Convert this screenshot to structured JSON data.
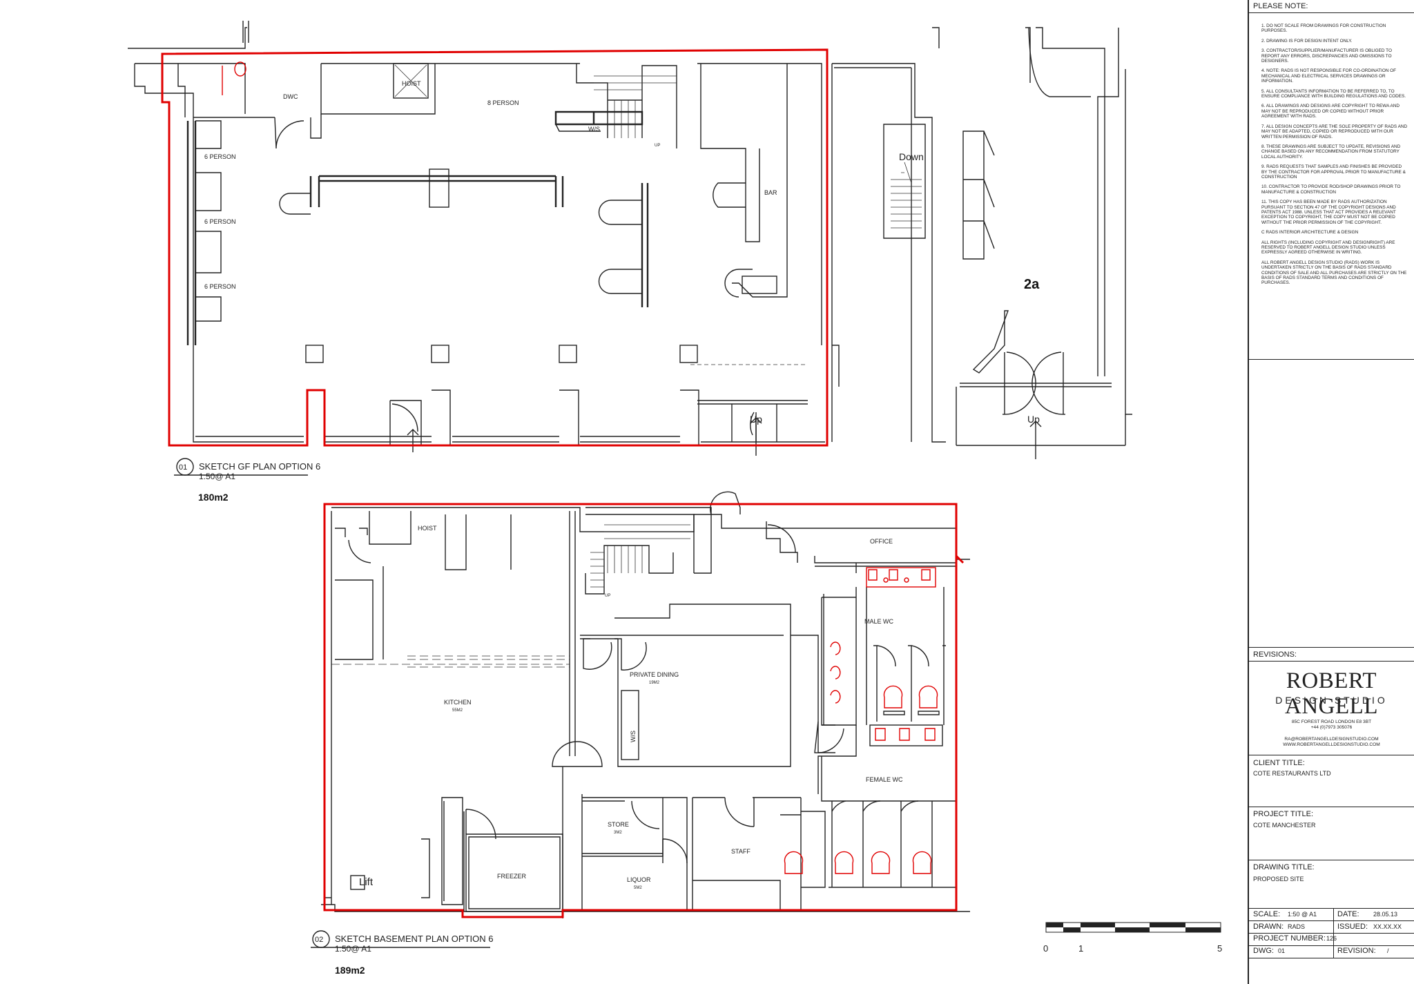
{
  "plans": [
    {
      "number": "01",
      "title": "SKETCH GF PLAN OPTION 6",
      "scale": "1:50@ A1",
      "area": "180m2",
      "labels": {
        "dwc": "DWC",
        "hoist": "HOIST",
        "eight_person": "8 PERSON",
        "ws": "W/S",
        "up_small": "UP",
        "six_person_1": "6 PERSON",
        "six_person_2": "6 PERSON",
        "six_person_3": "6 PERSON",
        "bar": "BAR",
        "down": "Down",
        "unit_2a": "2a",
        "up_1": "Up",
        "up_2": "Up"
      }
    },
    {
      "number": "02",
      "title": "SKETCH BASEMENT PLAN OPTION 6",
      "scale": "1:50@ A1",
      "area": "189m2",
      "labels": {
        "hoist": "HOIST",
        "up_small": "UP",
        "office": "OFFICE",
        "male_wc": "MALE WC",
        "kitchen": "KITCHEN",
        "kitchen_area": "55M2",
        "private_dining": "PRIVATE DINING",
        "private_dining_area": "19M2",
        "ws": "W/S",
        "female_wc": "FEMALE WC",
        "store": "STORE",
        "store_area": "3M2",
        "staff": "STAFF",
        "freezer": "FREEZER",
        "liquor": "LIQUOR",
        "liquor_area": "5M2",
        "lift": "Lift"
      }
    }
  ],
  "scale_bar": {
    "zero": "0",
    "one": "1",
    "five": "5"
  },
  "title_block": {
    "please_note": "PLEASE NOTE:",
    "notes": [
      "1. DO NOT SCALE FROM DRAWINGS FOR CONSTRUCTION PURPOSES.",
      "2. DRAWING IS FOR DESIGN INTENT ONLY.",
      "3. CONTRACTOR/SUPPLIER/MANUFACTURER IS OBLIGED TO REPORT ANY ERRORS, DISCREPANCIES AND OMISSIONS TO DESIGNERS.",
      "4. NOTE: RADS IS NOT RESPONSIBLE FOR CO-ORDINATION OF MECHANICAL AND ELECTRICAL SERVICES DRAWINGS OR INFORMATION.",
      "5. ALL CONSULTANTS INFORMATION TO BE REFERRED TO, TO ENSURE COMPLIANCE WITH BUILDING REGULATIONS AND CODES.",
      "6. ALL DRAWINGS AND DESIGNS ARE COPYRIGHT TO REWA AND MAY NOT BE REPRODUCED OR COPIED WITHOUT PRIOR AGREEMENT WITH RADS.",
      "7. ALL DESIGN CONCEPTS ARE THE SOLE PROPERTY OF RADS AND MAY NOT BE ADAPTED, COPIED OR REPRODUCED WITH OUR WRITTEN PERMISSION OF RADS.",
      "8. THESE DRAWINGS ARE SUBJECT TO UPDATE, REVISIONS AND CHANGE BASED ON ANY RECOMMENDATION FROM STATUTORY LOCAL AUTHORITY.",
      "9. RADS REQUESTS THAT SAMPLES AND FINISHES BE PROVIDED BY THE CONTRACTOR FOR APPROVAL PRIOR TO MANUFACTURE & CONSTRUCTION",
      "10. CONTRACTOR TO PROVIDE ROD/SHOP DRAWINGS PRIOR TO MANUFACTURE & CONSTRUCTION",
      "11. THIS COPY HAS BEEN MADE BY RADS AUTHORIZATION PURSUANT TO SECTION 47 OF THE COPYRIGHT DESIGNS AND PATENTS ACT 1988. UNLESS THAT ACT PROVIDES A RELEVANT EXCEPTION TO COPYRIGHT, THE COPY MUST NOT BE COPIED WITHOUT THE PRIOR PERMISSION OF THE COPYRIGHT.",
      "C RADS INTERIOR ARCHITECTURE & DESIGN",
      "ALL RIGHTS (INCLUDING COPYRIGHT AND DESIGNRIGHT) ARE RESERVED TO ROBERT ANGELL DESIGN STUDIO UNLESS EXPRESSLY AGREED OTHERWISE IN WRITING.",
      "ALL ROBERT ANGELL DESIGN STUDIO (RADS) WORK IS UNDERTAKEN STRICTLY ON THE BASIS OF RADS STANDARD CONDITIONS OF SALE AND ALL PURCHASES ARE STRICTLY ON THE BASIS OF RADS STANDARD TERMS AND CONDITIONS OF PURCHASES."
    ],
    "revisions": "REVISIONS:",
    "brand_name": "ROBERT ANGELL",
    "brand_sub": "DESIGN STUDIO",
    "address_line1": "85C FOREST ROAD LONDON E8 3BT",
    "address_line2": "+44 (0)7973 305076",
    "email": "RA@ROBERTANGELLDESIGNSTUDIO.COM",
    "website": "WWW.ROBERTANGELLDESIGNSTUDIO.COM",
    "client_title_label": "CLIENT TITLE:",
    "client_title": "COTE RESTAURANTS LTD",
    "project_title_label": "PROJECT TITLE:",
    "project_title": "COTE MANCHESTER",
    "drawing_title_label": "DRAWING TITLE:",
    "drawing_title": "PROPOSED SITE",
    "scale_label": "SCALE:",
    "scale_value": "1:50 @ A1",
    "date_label": "DATE:",
    "date_value": "28.05.13",
    "drawn_label": "DRAWN:",
    "drawn_value": "RADS",
    "issued_label": "ISSUED:",
    "issued_value": "XX.XX.XX",
    "project_number_label": "PROJECT NUMBER:",
    "project_number": "126",
    "dwg_label": "DWG:",
    "dwg_value": "01",
    "revision_label": "REVISION:",
    "revision_value": "/"
  }
}
